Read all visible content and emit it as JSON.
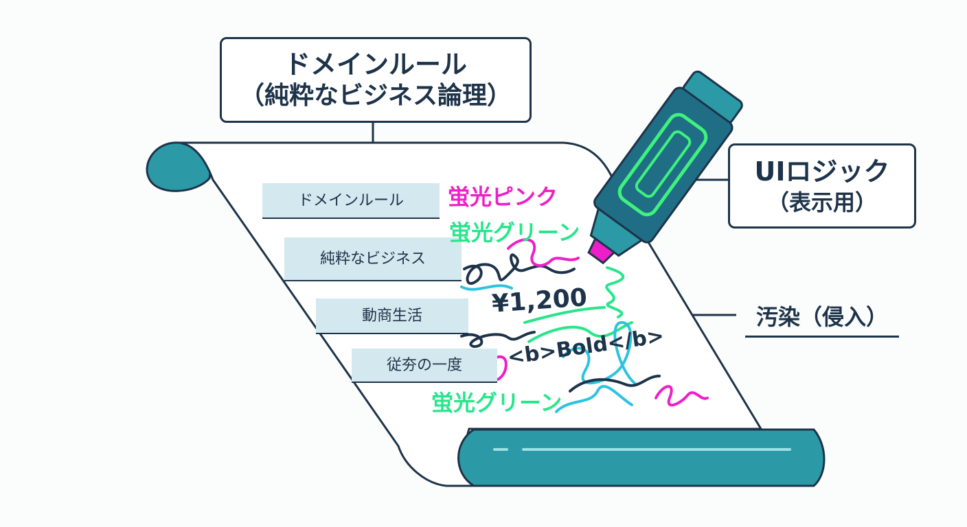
{
  "callouts": {
    "domain_rules": {
      "line1": "ドメインルール",
      "line2": "（純粋なビジネス論理）"
    },
    "ui_logic": {
      "line1": "UIロジック",
      "line2": "（表示用）"
    },
    "contamination": "汚染（侵入）"
  },
  "scroll_entries": [
    "ドメインルール",
    "純粋なビジネス",
    "動商生活",
    "従夯の一度"
  ],
  "ink_texts": {
    "neon_pink": "蛍光ピンク",
    "neon_green_1": "蛍光グリーン",
    "price": "¥1,200",
    "bold_tag": "<b>Bold</b>",
    "neon_green_2": "蛍光グリーン"
  },
  "colors": {
    "navy": "#1d3349",
    "teal": "#2b9aa6",
    "pink": "#ee1ec8",
    "green": "#27e68a",
    "cyan": "#2cc3df",
    "entry_bg": "#d4e8ef"
  }
}
